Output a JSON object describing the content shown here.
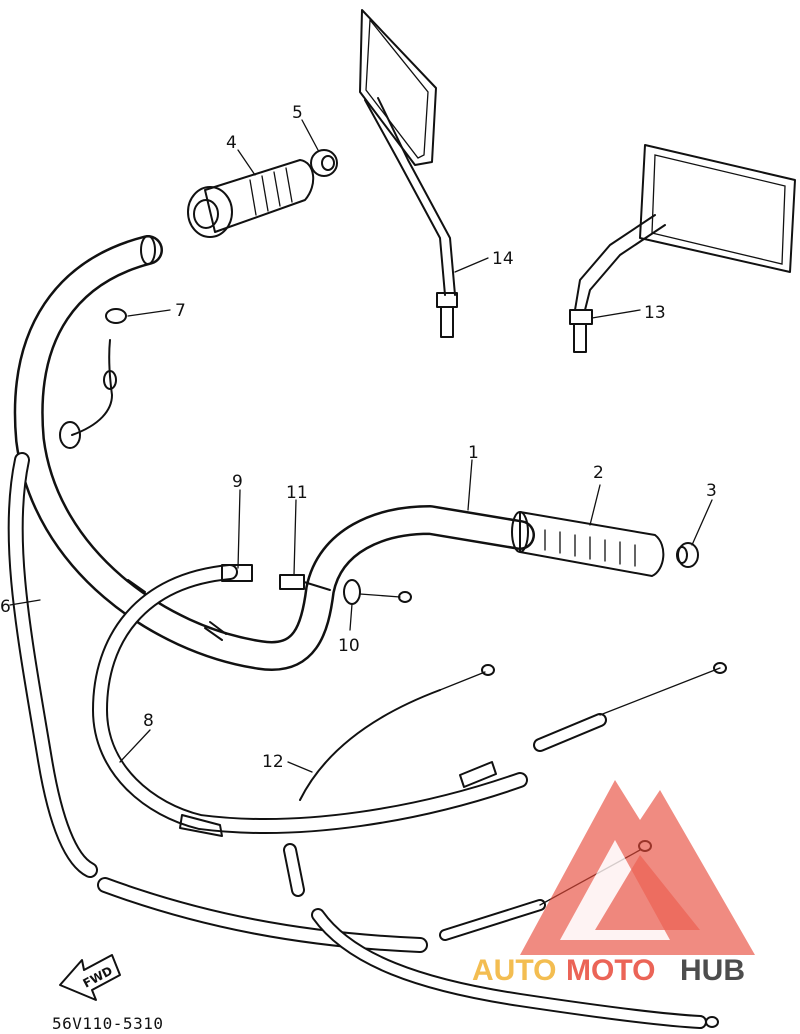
{
  "diagram": {
    "part_code": "56V110-5310",
    "forward_label": "FWD",
    "callouts": [
      "1",
      "2",
      "3",
      "4",
      "5",
      "6",
      "7",
      "8",
      "9",
      "10",
      "11",
      "12",
      "13",
      "14"
    ]
  },
  "watermark": {
    "text_auto": "AUTO",
    "text_moto": "MOTO",
    "text_hub": "HUB",
    "color_red": "#e8493a",
    "color_gold": "#f2b233",
    "color_dark": "#2f2f2f"
  }
}
